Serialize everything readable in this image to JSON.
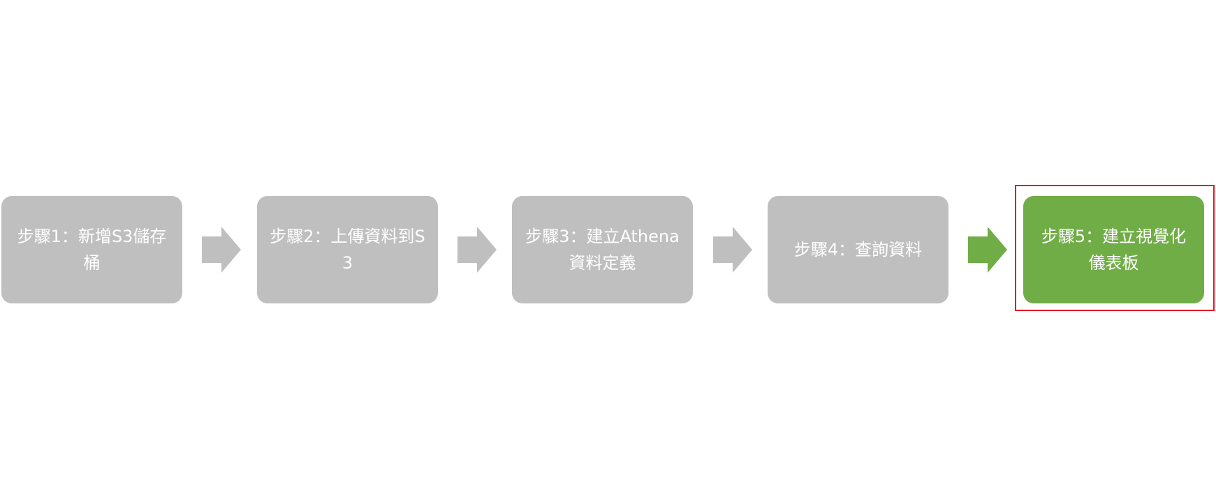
{
  "steps": [
    {
      "label": "步驟1：新增S3儲存桶"
    },
    {
      "label": "步驟2：上傳資料到S3"
    },
    {
      "label": "步驟3：建立Athena資料定義"
    },
    {
      "label": "步驟4：查詢資料"
    },
    {
      "label": "步驟5：建立視覺化儀表板"
    }
  ],
  "colors": {
    "inactive_step": "#bfbfbf",
    "active_step": "#70ad47",
    "inactive_arrow": "#bfbfbf",
    "active_arrow": "#70ad47",
    "highlight_border": "#e01b24",
    "text": "#ffffff"
  },
  "active_step_index": 4
}
